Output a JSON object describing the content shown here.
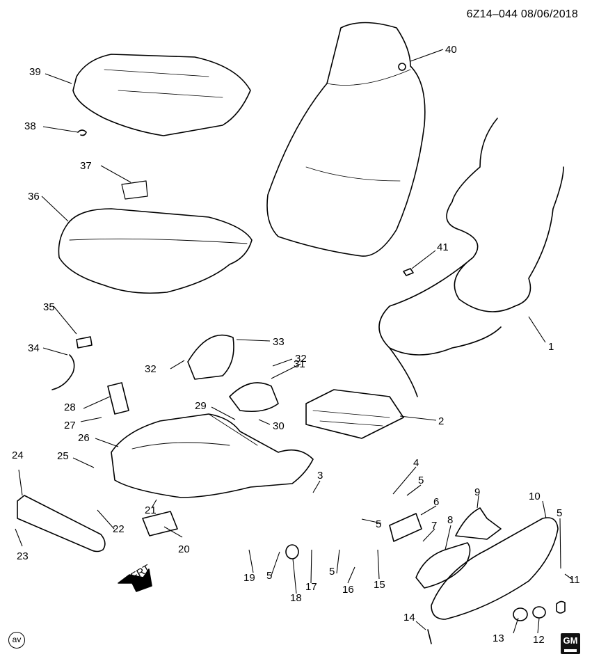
{
  "header": {
    "code": "6Z14–044",
    "date": "08/06/2018"
  },
  "callouts": [
    {
      "id": "1",
      "label": "1"
    },
    {
      "id": "2",
      "label": "2"
    },
    {
      "id": "3",
      "label": "3"
    },
    {
      "id": "4",
      "label": "4"
    },
    {
      "id": "5a",
      "label": "5"
    },
    {
      "id": "5b",
      "label": "5"
    },
    {
      "id": "5c",
      "label": "5"
    },
    {
      "id": "5d",
      "label": "5"
    },
    {
      "id": "5e",
      "label": "5"
    },
    {
      "id": "6",
      "label": "6"
    },
    {
      "id": "7",
      "label": "7"
    },
    {
      "id": "8",
      "label": "8"
    },
    {
      "id": "9",
      "label": "9"
    },
    {
      "id": "10",
      "label": "10"
    },
    {
      "id": "11",
      "label": "11"
    },
    {
      "id": "12",
      "label": "12"
    },
    {
      "id": "13",
      "label": "13"
    },
    {
      "id": "14",
      "label": "14"
    },
    {
      "id": "15",
      "label": "15"
    },
    {
      "id": "16",
      "label": "16"
    },
    {
      "id": "17",
      "label": "17"
    },
    {
      "id": "18",
      "label": "18"
    },
    {
      "id": "19",
      "label": "19"
    },
    {
      "id": "20",
      "label": "20"
    },
    {
      "id": "21",
      "label": "21"
    },
    {
      "id": "22",
      "label": "22"
    },
    {
      "id": "23",
      "label": "23"
    },
    {
      "id": "24",
      "label": "24"
    },
    {
      "id": "25",
      "label": "25"
    },
    {
      "id": "26",
      "label": "26"
    },
    {
      "id": "27",
      "label": "27"
    },
    {
      "id": "28",
      "label": "28"
    },
    {
      "id": "29",
      "label": "29"
    },
    {
      "id": "30",
      "label": "30"
    },
    {
      "id": "31",
      "label": "31"
    },
    {
      "id": "32a",
      "label": "32"
    },
    {
      "id": "32b",
      "label": "32"
    },
    {
      "id": "33",
      "label": "33"
    },
    {
      "id": "34",
      "label": "34"
    },
    {
      "id": "35",
      "label": "35"
    },
    {
      "id": "36",
      "label": "36"
    },
    {
      "id": "37",
      "label": "37"
    },
    {
      "id": "38",
      "label": "38"
    },
    {
      "id": "39",
      "label": "39"
    },
    {
      "id": "40",
      "label": "40"
    },
    {
      "id": "41",
      "label": "41"
    }
  ],
  "front_arrow": "FRT",
  "footer_mark": "av",
  "brand_badge": "GM"
}
